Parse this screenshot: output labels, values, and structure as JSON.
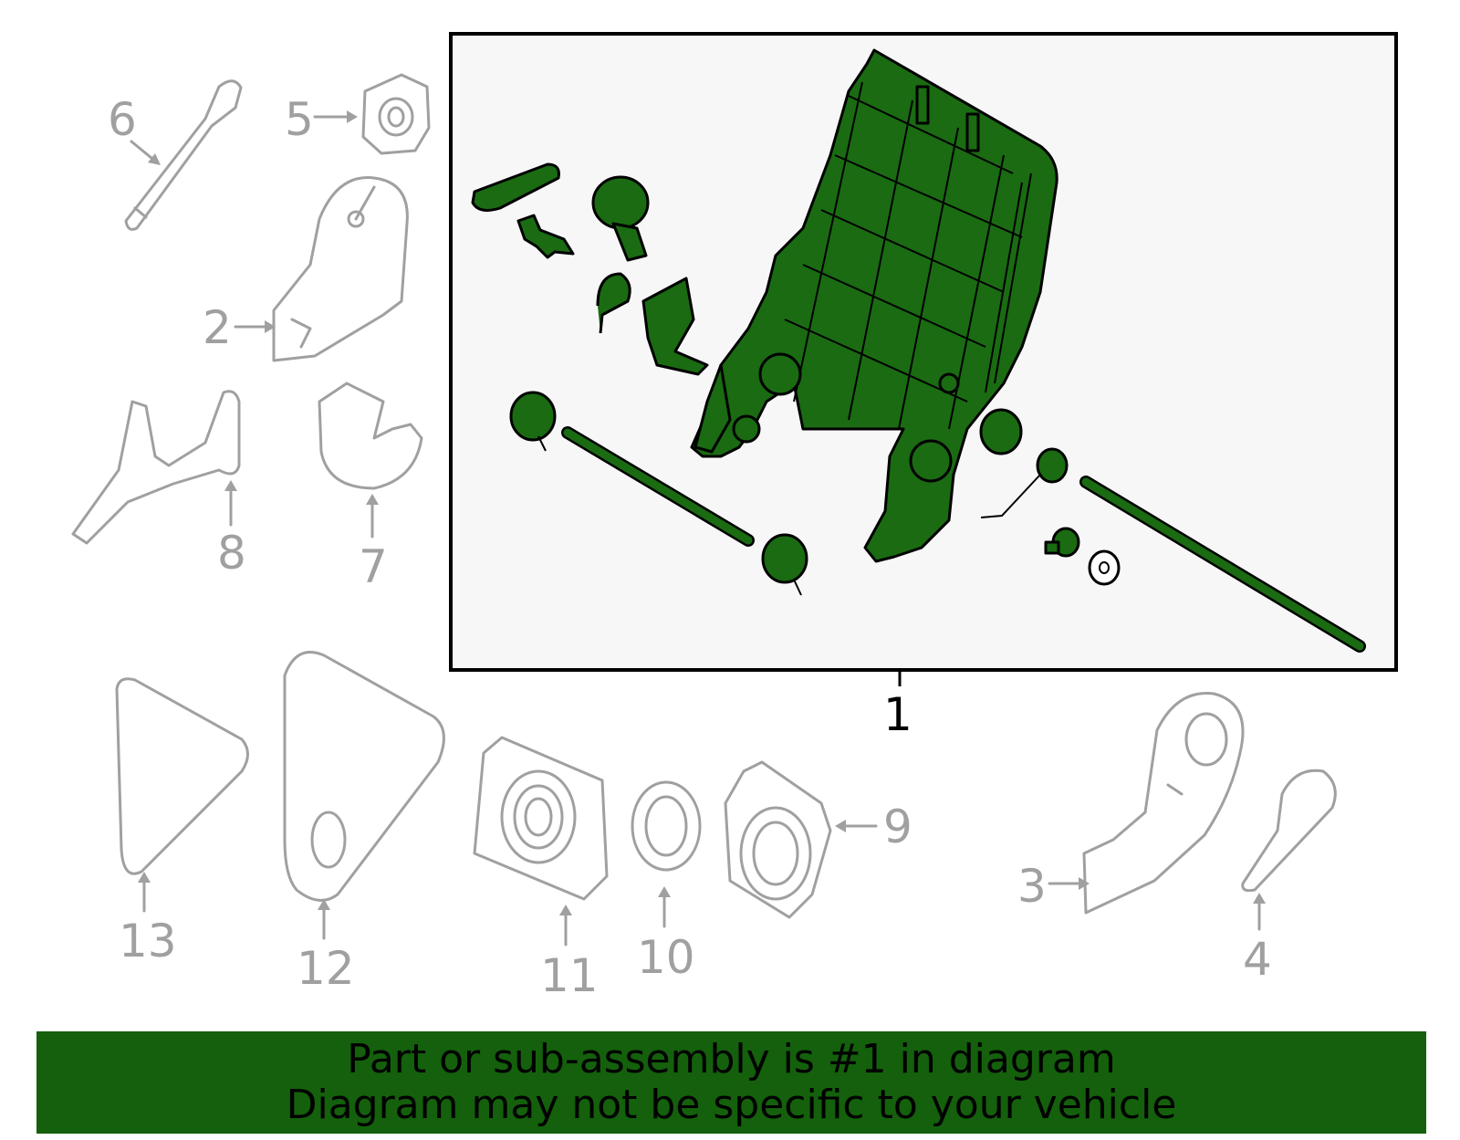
{
  "callouts": {
    "c1": "1",
    "c2": "2",
    "c3": "3",
    "c4": "4",
    "c5": "5",
    "c6": "6",
    "c7": "7",
    "c8": "8",
    "c9": "9",
    "c10": "10",
    "c11": "11",
    "c12": "12",
    "c13": "13"
  },
  "banner": {
    "line1": "Part or sub-assembly is #1 in diagram",
    "line2": "Diagram may not be specific to your vehicle"
  },
  "colors": {
    "highlight": "#1a6b12",
    "banner": "#14600c",
    "other_parts": "#a0a0a0"
  }
}
